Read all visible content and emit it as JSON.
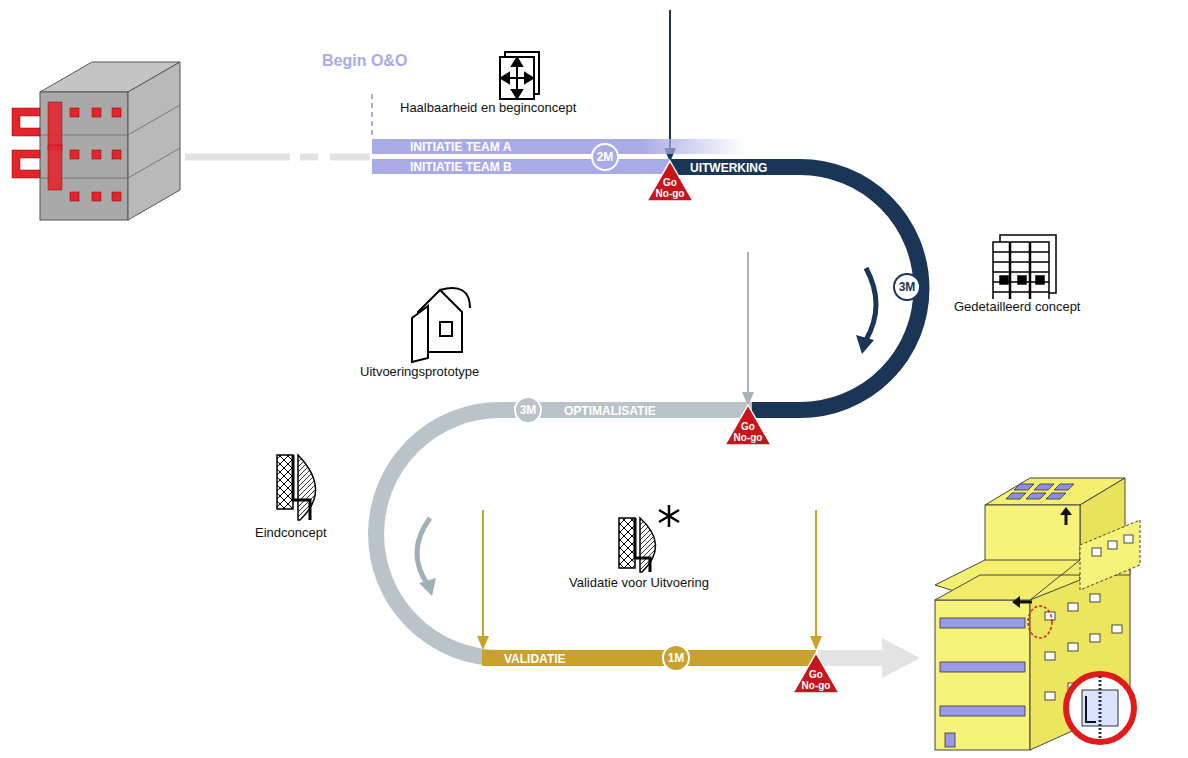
{
  "diagram": {
    "nodes": [
      {
        "text": [
          "INITIATIE TEAM A"
        ]
      },
      {
        "text": [
          "INITIATIE TEAM B"
        ]
      },
      {
        "text": [
          "2M"
        ]
      },
      {
        "text": [
          "Go No-go"
        ]
      },
      {
        "text": [
          "UITWERKING"
        ]
      },
      {
        "text": [
          "3M"
        ]
      },
      {
        "text": [
          "Go No-go"
        ]
      },
      {
        "text": [
          "OPTIMALISATIE"
        ]
      },
      {
        "text": [
          "3M"
        ]
      },
      {
        "text": [
          "VALIDATIE"
        ]
      },
      {
        "text": [
          "1M"
        ]
      },
      {
        "text": [
          "Go No-go"
        ]
      }
    ],
    "labels": [
      "Begin O&O",
      "Haalbaarheid en beginconcept",
      "Gedetailleerd concept",
      "Uitvoeringsprototype",
      "Eindconcept",
      "Validatie voor Uitvoering"
    ]
  }
}
